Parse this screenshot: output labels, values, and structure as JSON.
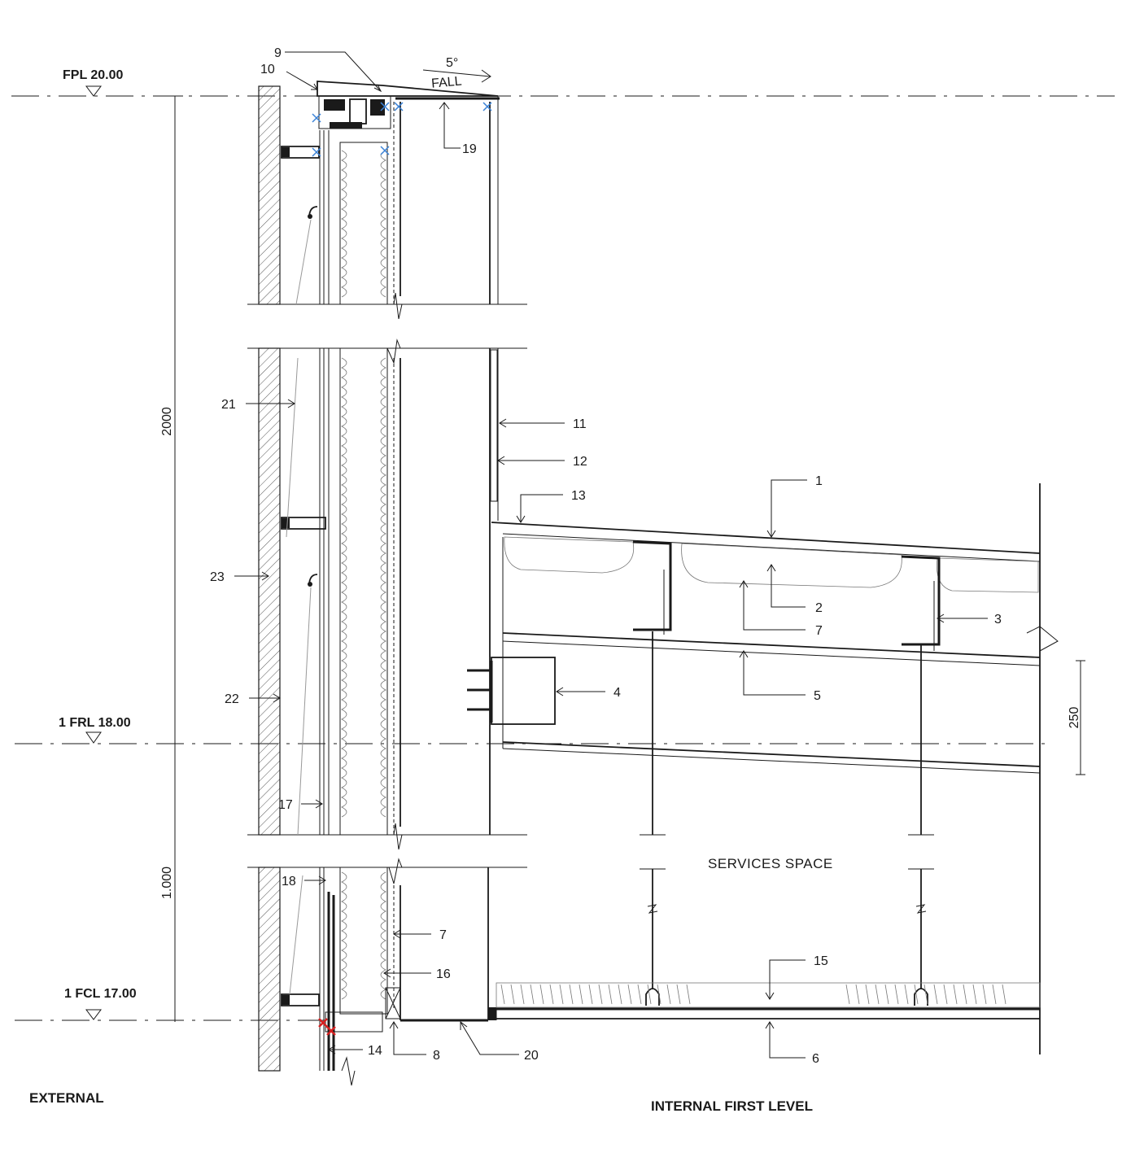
{
  "levels": {
    "fpl": "FPL 20.00",
    "frl": "1 FRL 18.00",
    "fcl": "1 FCL 17.00"
  },
  "dimensions": {
    "upper": "2000",
    "lower": "1.000",
    "right": "250"
  },
  "fall": {
    "value": "5°",
    "label": "FALL"
  },
  "callouts": {
    "c1": "1",
    "c2": "2",
    "c3": "3",
    "c4": "4",
    "c5": "5",
    "c6": "6",
    "c7a": "7",
    "c7b": "7",
    "c8": "8",
    "c9": "9",
    "c10": "10",
    "c11": "11",
    "c12": "12",
    "c13": "13",
    "c14": "14",
    "c15": "15",
    "c16": "16",
    "c17": "17",
    "c18": "18",
    "c19": "19",
    "c20": "20",
    "c21": "21",
    "c22": "22",
    "c23": "23"
  },
  "labels": {
    "external": "EXTERNAL",
    "internal": "INTERNAL FIRST LEVEL",
    "services": "SERVICES SPACE"
  },
  "colors": {
    "line": "#1a1a1a",
    "fixing_marks": "#3b82d6",
    "flashing": "#d42020"
  }
}
